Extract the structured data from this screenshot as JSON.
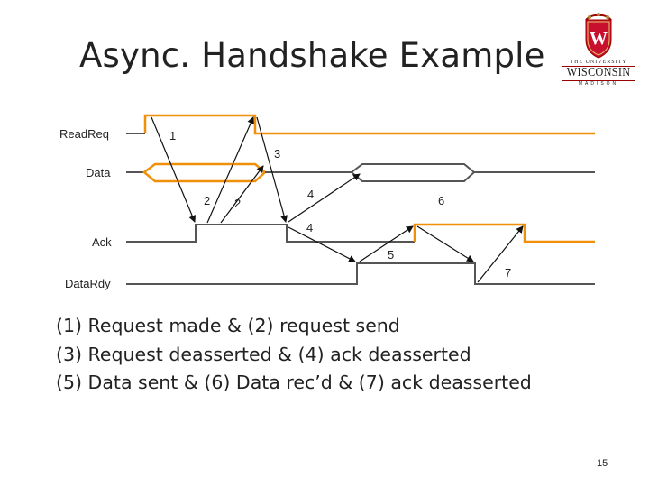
{
  "slide": {
    "title": "Async. Handshake Example",
    "page_number": "15"
  },
  "logo": {
    "line1": "THE UNIVERSITY",
    "line2": "WISCONSIN",
    "line3": "MADISON",
    "mark": "W"
  },
  "diagram": {
    "signals": {
      "read_req": "ReadReq",
      "data": "Data",
      "ack": "Ack",
      "data_rdy": "DataRdy"
    },
    "step_labels": [
      "1",
      "2",
      "2",
      "3",
      "4",
      "4",
      "5",
      "6",
      "7"
    ],
    "colors": {
      "sender": "#f0900a",
      "receiver": "#555555",
      "arrow": "#111111"
    }
  },
  "caption": {
    "line1": "(1) Request made & (2) request send",
    "line2": "(3) Request deasserted & (4) ack deasserted",
    "line3": "(5) Data sent & (6) Data rec’d & (7) ack deasserted"
  }
}
